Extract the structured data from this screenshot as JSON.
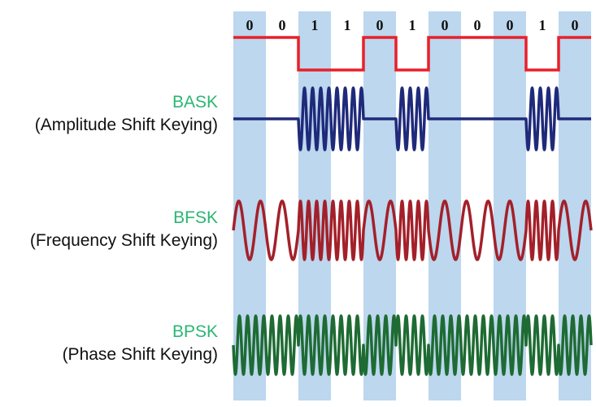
{
  "bits": [
    "0",
    "0",
    "1",
    "1",
    "0",
    "1",
    "0",
    "0",
    "0",
    "1",
    "0"
  ],
  "schemes": [
    {
      "key": "bask",
      "name": "BASK",
      "description": "(Amplitude Shift Keying)",
      "color": "#1f2a7a"
    },
    {
      "key": "bfsk",
      "name": "BFSK",
      "description": "(Frequency Shift Keying)",
      "color": "#a3202a"
    },
    {
      "key": "bpsk",
      "name": "BPSK",
      "description": "(Phase Shift Keying)",
      "color": "#1e6b33"
    }
  ],
  "colors": {
    "stripe": "#bcd7ee",
    "digital": "#e8202a"
  }
}
